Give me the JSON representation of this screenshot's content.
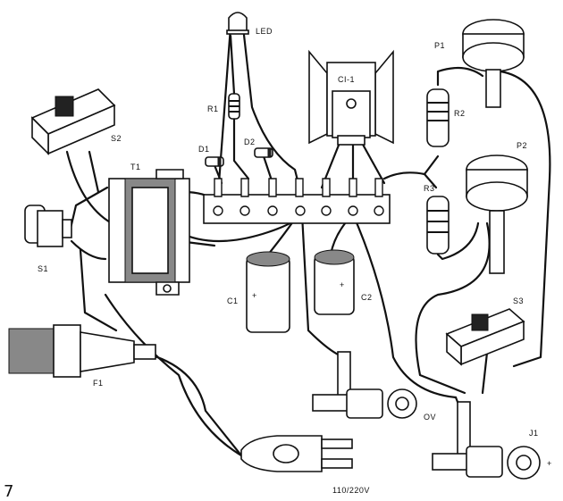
{
  "figure_number": "7",
  "labels": {
    "led": "LED",
    "r1": "R1",
    "d1": "D1",
    "d2": "D2",
    "ci1": "CI-1",
    "p1": "P1",
    "r2": "R2",
    "p2": "P2",
    "r3": "R3",
    "s2": "S2",
    "t1": "T1",
    "s1": "S1",
    "c1": "C1",
    "c2": "C2",
    "s3": "S3",
    "f1": "F1",
    "ov": "OV",
    "j1": "J1",
    "plus_c1": "+",
    "plus_c2": "+",
    "plus_j1": "+",
    "mains": "110/220V"
  }
}
